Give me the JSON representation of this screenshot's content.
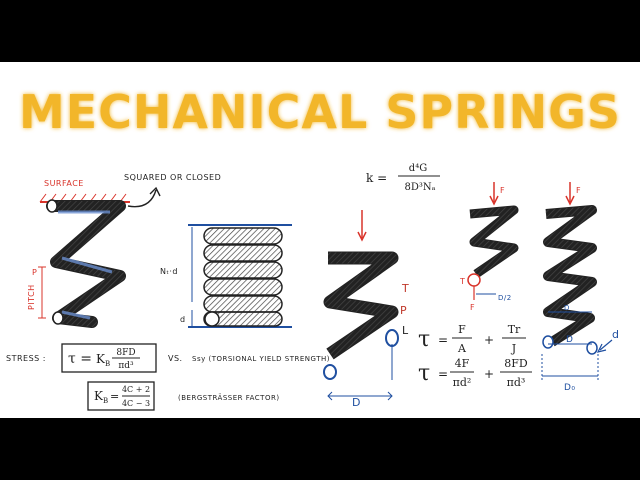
{
  "title": "MECHANICAL SPRINGS",
  "colors": {
    "title": "#f2b62b",
    "red": "#d9342b",
    "blue": "#1f4fa0",
    "ink": "#222222",
    "hatch": "#6a8fd0"
  },
  "labels": {
    "surface": "SURFACE",
    "squared_or_closed": "SQUARED OR CLOSED",
    "p_left": "P",
    "pitch_left": "PITCH",
    "nt_d": "Nₜ·d",
    "d_small": "d",
    "T": "T",
    "P": "P",
    "L": "L",
    "D": "D",
    "F1": "F",
    "F2": "F",
    "F3": "F",
    "T_small": "T",
    "D_half": "D/2",
    "D_top": "D",
    "D_mid": "D",
    "D_o": "D₀",
    "d_right": "d"
  },
  "formulas": {
    "k_lhs": "k =",
    "k_num": "d⁴G",
    "k_den": "8D³Nₐ",
    "tau": "τ",
    "eq": "=",
    "F": "F",
    "A": "A",
    "plus": "+",
    "Tr": "Tr",
    "J": "J",
    "fourF": "4F",
    "pid2": "πd²",
    "eightFD": "8FD",
    "pid3": "πd³",
    "stress_label": "STRESS :",
    "stress_tau": "τ =",
    "stress_K": "K",
    "stress_Ksub": "B",
    "stress_num": "8FD",
    "stress_den": "πd³",
    "vs": "VS.",
    "ssy": "Ssy (TORSIONAL YIELD STRENGTH)",
    "kb_lhs": "K",
    "kb_sub": "B",
    "kb_eq": "=",
    "kb_num": "4C + 2",
    "kb_den": "4C − 3",
    "bergstrasser": "(BERGSTRÄSSER FACTOR)"
  }
}
